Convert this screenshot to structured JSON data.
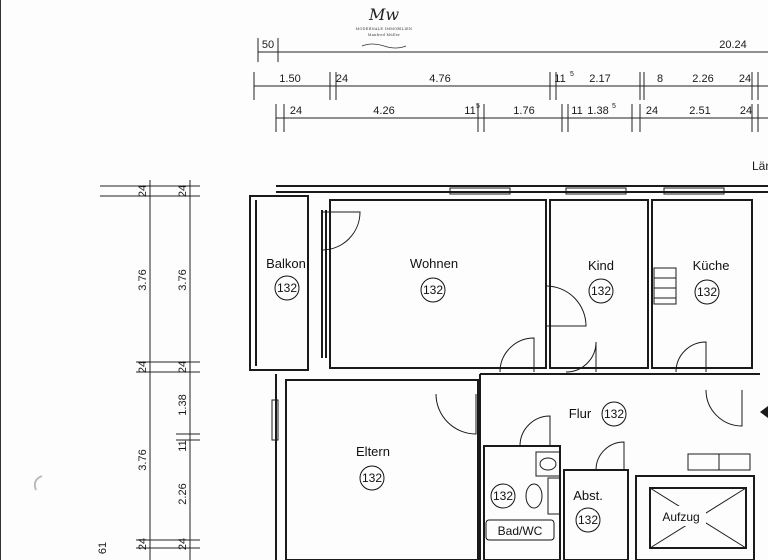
{
  "logo": {
    "monogram": "Mw",
    "line1": "MODERNALE IMMOBILIEN",
    "line2": "Manfred Müller"
  },
  "dimensions": {
    "top_row1": [
      "50",
      "20.24"
    ],
    "top_row2": [
      "1.50",
      "24",
      "4.76",
      "11",
      "2.17",
      "8",
      "2.26",
      "24"
    ],
    "top_row3": [
      "24",
      "4.26",
      "11",
      "1.76",
      "11",
      "1.38",
      "24",
      "2.51",
      "24"
    ],
    "left_col1": [
      "24",
      "3.76",
      "24",
      "3.76",
      "24"
    ],
    "left_col2": [
      "24",
      "3.76",
      "24",
      "1.38",
      "11",
      "2.26",
      "24"
    ],
    "left_bottom": "61",
    "superscript": "5"
  },
  "edge_label": "Län",
  "rooms": [
    {
      "name": "Balkon",
      "number": "132"
    },
    {
      "name": "Wohnen",
      "number": "132"
    },
    {
      "name": "Kind",
      "number": "132"
    },
    {
      "name": "Küche",
      "number": "132"
    },
    {
      "name": "Flur",
      "number": "132"
    },
    {
      "name": "Eltern",
      "number": "132"
    },
    {
      "name": "Abst.",
      "number": "132"
    },
    {
      "name": "Bad/WC",
      "number": "132"
    },
    {
      "name": "Aufzug",
      "number": ""
    }
  ]
}
